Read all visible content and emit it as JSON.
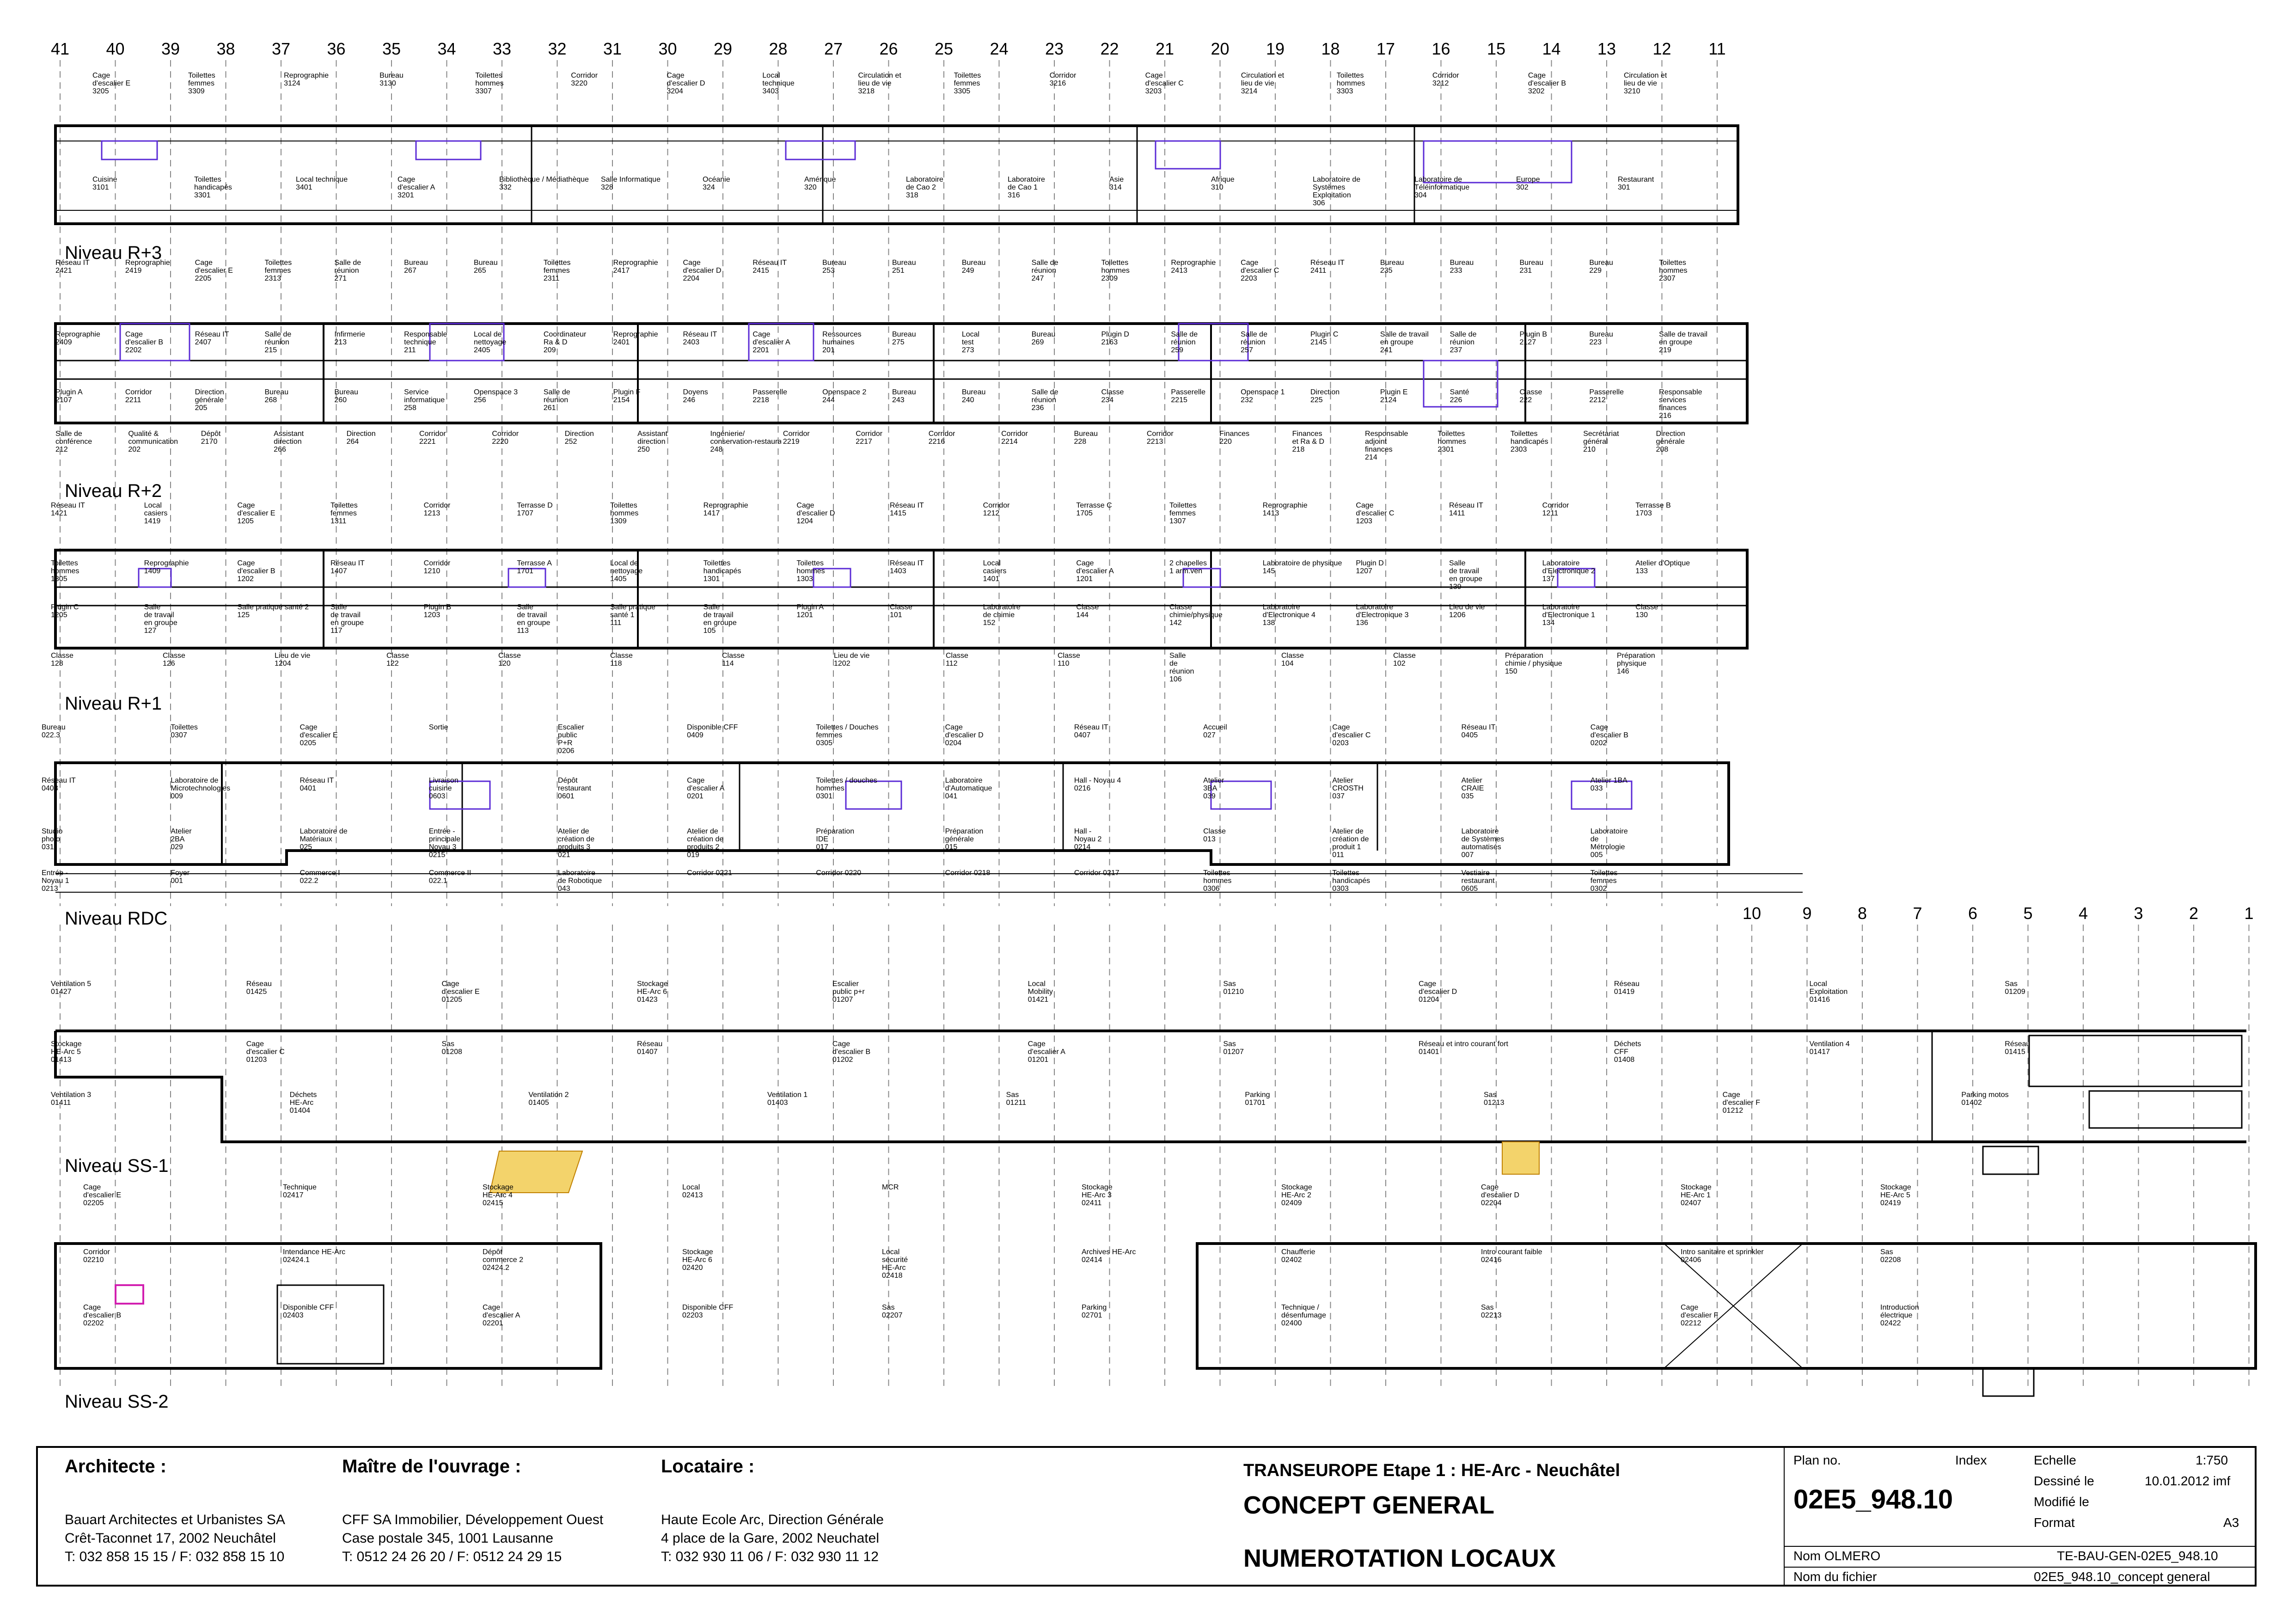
{
  "axis_numbers_top": [
    "41",
    "40",
    "39",
    "38",
    "37",
    "36",
    "35",
    "34",
    "33",
    "32",
    "31",
    "30",
    "29",
    "28",
    "27",
    "26",
    "25",
    "24",
    "23",
    "22",
    "21",
    "20",
    "19",
    "18",
    "17",
    "16",
    "15",
    "14",
    "13",
    "12",
    "11"
  ],
  "axis_numbers_bottom": [
    "10",
    "9",
    "8",
    "7",
    "6",
    "5",
    "4",
    "3",
    "2",
    "1"
  ],
  "levels": {
    "r3": "Niveau R+3",
    "r2": "Niveau R+2",
    "r1": "Niveau R+1",
    "rdc": "Niveau RDC",
    "ss1": "Niveau SS-1",
    "ss2": "Niveau SS-2"
  },
  "rooms": {
    "r3": [
      "Cage\nd'escalier E\n3205",
      "Toilettes\nfemmes\n3309",
      "Reprographie\n3124",
      "Bureau\n3130",
      "Toilettes\nhommes\n3307",
      "Corridor\n3220",
      "Cage\nd'escalier D\n3204",
      "Local\ntechnique\n3403",
      "Circulation et\nlieu de vie\n3218",
      "Toilettes\nfemmes\n3305",
      "Corridor\n3216",
      "Cage\nd'escalier C\n3203",
      "Circulation et\nlieu de vie\n3214",
      "Toilettes\nhommes\n3303",
      "Corridor\n3212",
      "Cage\nd'escalier B\n3202",
      "Circulation et\nlieu de vie\n3210",
      "Cuisine\n3101",
      "Toilettes\nhandicapés\n3301",
      "Local technique\n3401",
      "Cage\nd'escalier A\n3201",
      "Bibliothèque / Médiathèque\n332",
      "Salle Informatique\n328",
      "Océanie\n324",
      "Amérique\n320",
      "Laboratoire\nde Cao 2\n318",
      "Laboratoire\nde Cao 1\n316",
      "Asie\n314",
      "Afrique\n310",
      "Laboratoire de\nSystèmes\nExploitation\n306",
      "Laboratoire de\nTéléinformatique\n304",
      "Europe\n302",
      "Restaurant\n301"
    ],
    "r2": [
      "Réseau IT\n2421",
      "Reprographie\n2419",
      "Cage\nd'escalier E\n2205",
      "Toilettes\nfemmes\n2313",
      "Salle de\nréunion\n271",
      "Bureau\n267",
      "Bureau\n265",
      "Toilettes\nfemmes\n2311",
      "Reprographie\n2417",
      "Cage\nd'escalier D\n2204",
      "Réseau IT\n2415",
      "Bureau\n253",
      "Bureau\n251",
      "Bureau\n249",
      "Salle de\nréunion\n247",
      "Toilettes\nhommes\n2309",
      "Reprographie\n2413",
      "Cage\nd'escalier C\n2203",
      "Réseau IT\n2411",
      "Bureau\n235",
      "Bureau\n233",
      "Bureau\n231",
      "Bureau\n229",
      "Toilettes\nhommes\n2307",
      "Reprographie\n2409",
      "Cage\nd'escalier B\n2202",
      "Réseau IT\n2407",
      "Salle de\nréunion\n215",
      "Infirmerie\n213",
      "Responsable\ntechnique\n211",
      "Local de\nnettoyage\n2405",
      "Coordinateur\nRa & D\n209",
      "Reprographie\n2401",
      "Réseau IT\n2403",
      "Cage\nd'escalier A\n2201",
      "Ressources\nhumaines\n201",
      "Bureau\n275",
      "Local\ntest\n273",
      "Bureau\n269",
      "Plugin D\n2163",
      "Salle de\nréunion\n259",
      "Salle de\nréunion\n257",
      "Plugin C\n2145",
      "Salle de travail\nen groupe\n241",
      "Salle de\nréunion\n237",
      "Plugin B\n2127",
      "Bureau\n223",
      "Salle de travail\nen groupe\n219",
      "Plugin A\n2107",
      "Corridor\n2211",
      "Direction\ngénérale\n205",
      "Bureau\n268",
      "Bureau\n260",
      "Service\ninformatique\n258",
      "Openspace 3\n256",
      "Salle de\nréunion\n261",
      "Plugin F\n2154",
      "Doyens\n246",
      "Passerelle\n2218",
      "Openspace 2\n244",
      "Bureau\n243",
      "Bureau\n240",
      "Salle de\nréunion\n236",
      "Classe\n234",
      "Passerelle\n2215",
      "Openspace 1\n232",
      "Direction\n225",
      "Plugin E\n2124",
      "Santé\n226",
      "Classe\n222",
      "Passerelle\n2212",
      "Responsable\nservices\nfinances\n216",
      "Salle de\nconférence\n212",
      "Qualité &\ncommunication\n202",
      "Dépôt\n2170",
      "Assistant\ndirection\n266",
      "Direction\n264",
      "Corridor\n2221",
      "Corridor\n2220",
      "Direction\n252",
      "Assistant\ndirection\n250",
      "Ingénierie/\nconservation-restauration\n248",
      "Corridor\n2219",
      "Corridor\n2217",
      "Corridor\n2216",
      "Corridor\n2214",
      "Bureau\n228",
      "Corridor\n2213",
      "Finances\n220",
      "Finances\net Ra & D\n218",
      "Responsable\nadjoint\nfinances\n214",
      "Toilettes\nhommes\n2301",
      "Toilettes\nhandicapés\n2303",
      "Secrétariat\ngénéral\n210",
      "Direction\ngénérale\n208"
    ],
    "r1": [
      "Réseau IT\n1421",
      "Local\ncasiers\n1419",
      "Cage\nd'escalier E\n1205",
      "Toilettes\nfemmes\n1311",
      "Corridor\n1213",
      "Terrasse D\n1707",
      "Toilettes\nhommes\n1309",
      "Reprographie\n1417",
      "Cage\nd'escalier D\n1204",
      "Réseau IT\n1415",
      "Corridor\n1212",
      "Terrasse C\n1705",
      "Toilettes\nfemmes\n1307",
      "Reprographie\n1413",
      "Cage\nd'escalier C\n1203",
      "Réseau IT\n1411",
      "Corridor\n1211",
      "Terrasse B\n1703",
      "Toilettes\nhommes\n1305",
      "Reprographie\n1409",
      "Cage\nd'escalier B\n1202",
      "Réseau IT\n1407",
      "Corridor\n1210",
      "Terrasse A\n1701",
      "Local de\nnettoyage\n1405",
      "Toilettes\nhandicapés\n1301",
      "Toilettes\nhommes\n1303",
      "Réseau IT\n1403",
      "Local\ncasiers\n1401",
      "Cage\nd'escalier A\n1201",
      "2 chapelles\n1 arm.ven",
      "Laboratoire de physique\n145",
      "Plugin D\n1207",
      "Salle\nde travail\nen groupe\n139",
      "Laboratoire\nd'Electronique 2\n137",
      "Atelier d'Optique\n133",
      "Plugin C\n1205",
      "Salle\nde travail\nen groupe\n127",
      "Salle pratique santé 2\n125",
      "Salle\nde travail\nen groupe\n117",
      "Plugin B\n1203",
      "Salle\nde travail\nen groupe\n113",
      "Salle pratique\nsanté 1\n111",
      "Salle\nde travail\nen groupe\n105",
      "Plugin A\n1201",
      "Classe\n101",
      "Laboratoire\nde chimie\n152",
      "Classe\n144",
      "Classe\nchimie/physique\n142",
      "Laboratoire\nd'Electronique 4\n138",
      "Laboratoire\nd'Electronique 3\n136",
      "Lieu de vie\n1206",
      "Laboratoire\nd'Electronique 1\n134",
      "Classe\n130",
      "Classe\n128",
      "Classe\n126",
      "Lieu de vie\n1204",
      "Classe\n122",
      "Classe\n120",
      "Classe\n118",
      "Classe\n114",
      "Lieu de vie\n1202",
      "Classe\n112",
      "Classe\n110",
      "Salle\nde\nréunion\n106",
      "Classe\n104",
      "Classe\n102",
      "Préparation\nchimie / physique\n150",
      "Préparation\nphysique\n146"
    ],
    "rdc": [
      "Bureau\n022.3",
      "Toilettes\n0307",
      "Cage\nd'escalier E\n0205",
      "Sortie",
      "Escalier\npublic\nP+R\n0206",
      "Disponible CFF\n0409",
      "Toilettes / Douches\nfemmes\n0305",
      "Cage\nd'escalier D\n0204",
      "Réseau IT\n0407",
      "Accueil\n027",
      "Cage\nd'escalier C\n0203",
      "Réseau IT\n0405",
      "Cage\nd'escalier B\n0202",
      "Réseau IT\n0403",
      "Laboratoire de\nMicrotechnologies\n009",
      "Réseau IT\n0401",
      "Livraison\ncuisine\n0603",
      "Dépôt\nrestaurant\n0601",
      "Cage\nd'escalier A\n0201",
      "Toilettes / douches\nhommes\n0301",
      "Laboratoire\nd'Automatique\n041",
      "Hall - Noyau 4\n0216",
      "Atelier\n3BA\n039",
      "Atelier\nCROSTH\n037",
      "Atelier\nCRAIE\n035",
      "Atelier 1BA\n033",
      "Studio\nphoto\n031",
      "Atelier\n2BA\n029",
      "Laboratoire de\nMatériaux\n025",
      "Entrée -\nprincipale\nNoyau 3\n0215",
      "Atelier de\ncréation de\nproduits 3\n021",
      "Atelier de\ncréation de\nproduits 2\n019",
      "Préparation\nIDE\n017",
      "Préparation\ngénérale\n015",
      "Hall -\nNoyau 2\n0214",
      "Classe\n013",
      "Atelier de\ncréation de\nproduit 1\n011",
      "Laboratoire\nde Systèmes\nautomatisés\n007",
      "Laboratoire\nde\nMétrologie\n005",
      "Entrée -\nNoyau 1\n0213",
      "Foyer\n001",
      "Commerce I\n022.2",
      "Commerce II\n022.1",
      "Laboratoire\nde Robotique\n043",
      "Corridor 0221",
      "Corridor 0220",
      "Corridor 0218",
      "Corridor 0217",
      "Toilettes\nhommes\n0306",
      "Toilettes\nhandicapés\n0303",
      "Vestiaire\nrestaurant\n0605",
      "Toilettes\nfemmes\n0302"
    ],
    "ss1": [
      "Ventilation 5\n01427",
      "Réseau\n01425",
      "Cage\nd'escalier E\n01205",
      "Stockage\nHE-Arc 6\n01423",
      "Escalier\npublic p+r\n01207",
      "Local\nMobility\n01421",
      "Sas\n01210",
      "Cage\nd'escalier D\n01204",
      "Réseau\n01419",
      "Local\nExploitation\n01416",
      "Sas\n01209",
      "Stockage\nHE-Arc 5\n01413",
      "Cage\nd'escalier C\n01203",
      "Sas\n01208",
      "Réseau\n01407",
      "Cage\nd'escalier B\n01202",
      "Cage\nd'escalier A\n01201",
      "Sas\n01207",
      "Réseau et intro courant fort\n01401",
      "Déchets\nCFF\n01408",
      "Ventilation 4\n01417",
      "Réseau\n01415",
      "Ventilation 3\n01411",
      "Déchets\nHE-Arc\n01404",
      "Ventilation 2\n01405",
      "Ventilation 1\n01403",
      "Sas\n01211",
      "Parking\n01701",
      "Sas\n01213",
      "Cage\nd'escalier F\n01212",
      "Parking motos\n01402"
    ],
    "ss2": [
      "Cage\nd'escalier E\n02205",
      "Technique\n02417",
      "Stockage\nHE-Arc 4\n02415",
      "Local\n02413",
      "MCR",
      "Stockage\nHE-Arc 3\n02411",
      "Stockage\nHE-Arc 2\n02409",
      "Cage\nd'escalier D\n02204",
      "Stockage\nHE-Arc 1\n02407",
      "Stockage\nHE-Arc 5\n02419",
      "Corridor\n02210",
      "Intendance HE-Arc\n02424.1",
      "Dépôt\ncommerce 2\n02424.2",
      "Stockage\nHE-Arc 6\n02420",
      "Local\nsécurité\nHE-Arc\n02418",
      "Archives HE-Arc\n02414",
      "Chaufferie\n02402",
      "Intro courant faible\n02416",
      "Intro sanitaire et sprinkler\n02406",
      "Sas\n02208",
      "Cage\nd'escalier B\n02202",
      "Disponible CFF\n02403",
      "Cage\nd'escalier A\n02201",
      "Disponible CFF\n02203",
      "Sas\n02207",
      "Parking\n02701",
      "Technique /\ndésenfumage\n02400",
      "Sas\n02213",
      "Cage\nd'escalier F\n02212",
      "Introduction\nélectrique\n02422"
    ]
  },
  "title_block": {
    "architecte_label": "Architecte :",
    "architecte_lines": [
      "Bauart Architectes et Urbanistes SA",
      "Crêt-Taconnet 17, 2002 Neuchâtel",
      "T: 032 858 15 15 / F: 032 858 15 10"
    ],
    "maitre_label": "Maître de l'ouvrage :",
    "maitre_lines": [
      "CFF SA Immobilier, Développement Ouest",
      "Case postale 345, 1001 Lausanne",
      "T: 0512 24 26 20 / F: 0512 24 29 15"
    ],
    "locataire_label": "Locataire :",
    "locataire_lines": [
      "Haute Ecole Arc, Direction Générale",
      "4 place de la Gare, 2002 Neuchatel",
      "T: 032 930 11 06 / F: 032 930 11 12"
    ],
    "project": "TRANSEUROPE Etape 1 : HE-Arc - Neuchâtel",
    "title1": "CONCEPT GENERAL",
    "title2": "NUMEROTATION LOCAUX",
    "plan_no_label": "Plan no.",
    "index_label": "Index",
    "echelle_label": "Echelle",
    "echelle_value": "1:750",
    "dessine_label": "Dessiné le",
    "dessine_value": "10.01.2012 imf",
    "modifie_label": "Modifié le",
    "format_label": "Format",
    "format_value": "A3",
    "plan_code": "02E5_948.10",
    "nom_label": "Nom OLMERO",
    "nom_value": "TE-BAU-GEN-02E5_948.10",
    "fichier_label": "Nom du fichier",
    "fichier_value": "02E5_948.10_concept general"
  },
  "colors": {
    "line": "#000000",
    "accent": "#5b2bd6",
    "grid": "#888888"
  }
}
